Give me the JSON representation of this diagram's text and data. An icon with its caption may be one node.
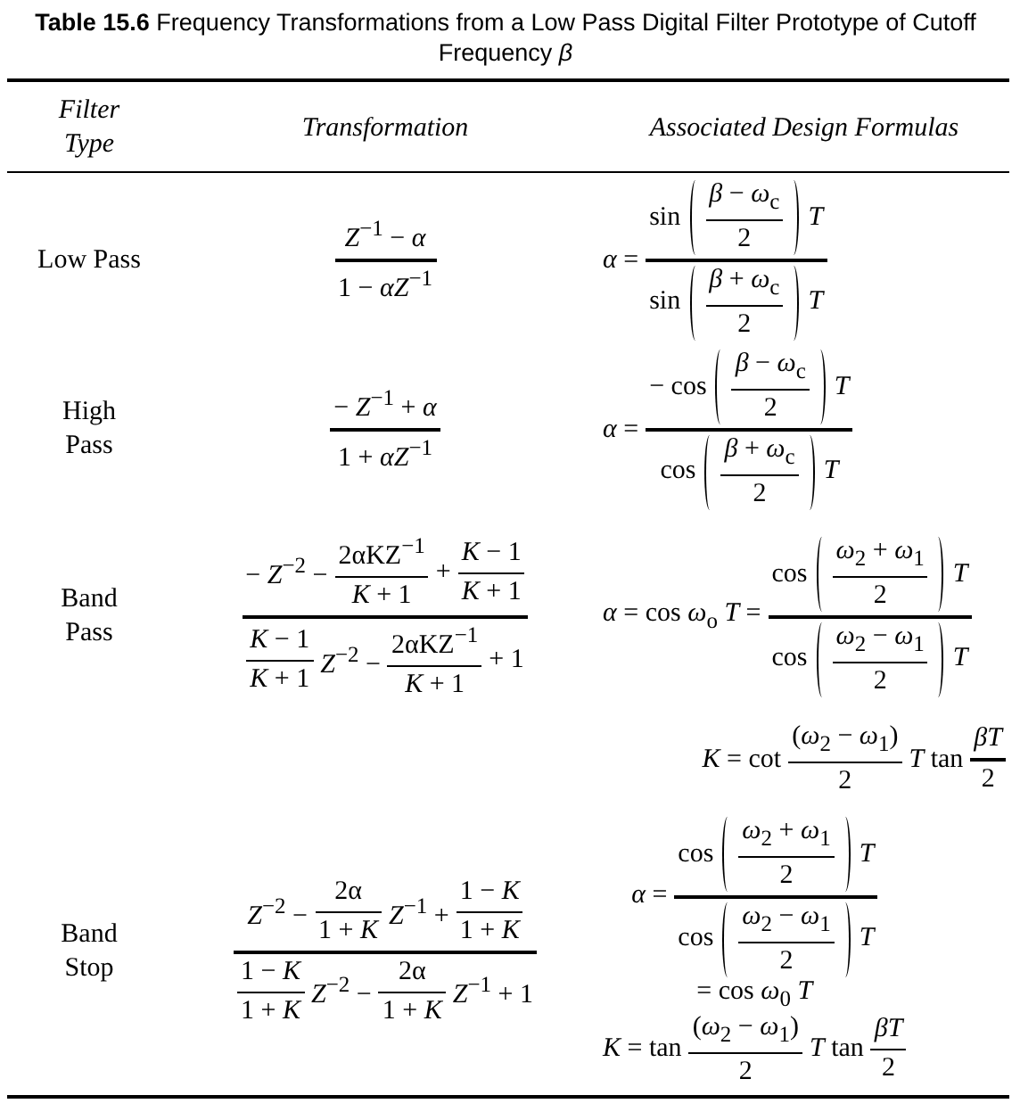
{
  "diagram": {
    "title": "**Table 15.6** Frequency Transformations from a Low Pass Digital Filter Prototype of Cutoff Frequency *β*",
    "labels": [
      "Filter Type",
      "Transformation",
      "Associated Design Formulas",
      "Low Pass",
      "*Z*$^{−1}$ − *α*",
      "1 − *αZ*$^{−1}$",
      "*α* =",
      "sin",
      "*β* − *ω*$_{c}$",
      "2",
      "*T*",
      "sin",
      "*β* + *ω*$_{c}$",
      "2",
      "*T*",
      "High Pass",
      "− *Z*$^{−1}$ + *α*",
      "1 + *αZ*$^{−1}$",
      "*α* =",
      "− cos",
      "*β* − *ω*$_{c}$",
      "2",
      "*T*",
      "cos",
      "*β* + *ω*$_{c}$",
      "2",
      "*T*",
      "Band Pass",
      "− *Z*$^{−2}$ −",
      "2αKZ$^{−1}$",
      "*K* + 1",
      "+",
      "*K* − 1",
      "*K* + 1",
      "*K* − 1",
      "*K* + 1",
      "*Z*$^{−2}$ −",
      "2αKZ$^{−1}$",
      "*K* + 1",
      "+ 1",
      "*α* = cos *ω*$_{o}$ *T* =",
      "cos",
      "*ω*$_{2}$ + *ω*$_{1}$",
      "2",
      "*T*",
      "cos",
      "*ω*$_{2}$ − *ω*$_{1}$",
      "2",
      "*T*",
      "*K* = cot",
      "(*ω*$_{2}$ − *ω*$_{1}$)",
      "2",
      "*T* tan",
      "*βT*",
      "2",
      "Band Stop",
      "*Z*$^{−2}$ −",
      "2α",
      "1 + *K*",
      "*Z*$^{−1}$ +",
      "1 − *K*",
      "1 + *K*",
      "1 − *K*",
      "1 + *K*",
      "*Z*$^{−2}$ −",
      "2α",
      "1 + *K*",
      "*Z*$^{−1}$ + 1",
      "*α* =",
      "cos",
      "*ω*$_{2}$ + *ω*$_{1}$",
      "2",
      "*T*",
      "cos",
      "*ω*$_{2}$ − *ω*$_{1}$",
      "2",
      "*T*",
      "= cos *ω*$_{0}$ *T*",
      "*K* = tan",
      "(*ω*$_{2}$ − *ω*$_{1}$)",
      "2",
      "*T* tan",
      "*βT*",
      "2"
    ]
  }
}
